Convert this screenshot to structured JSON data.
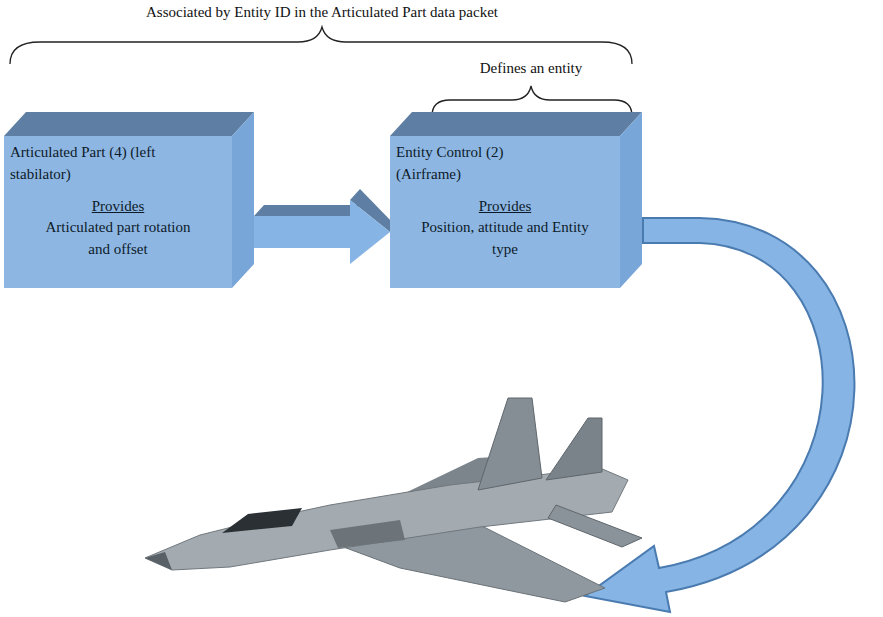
{
  "diagram": {
    "nodes": [
      {
        "text": [
          "Articulated Part (4) (left stabilator)",
          "Provides",
          "Articulated part rotation and offset"
        ]
      },
      {
        "text": [
          "Entity Control (2) (Airframe)",
          "Provides",
          "Position, attitude and Entity type"
        ]
      }
    ],
    "edges": [
      {
        "from": 0,
        "to": 1,
        "arrow": "to"
      }
    ],
    "labels": [
      "Associated by Entity ID in the Articulated Part data packet",
      "Defines an entity"
    ]
  }
}
